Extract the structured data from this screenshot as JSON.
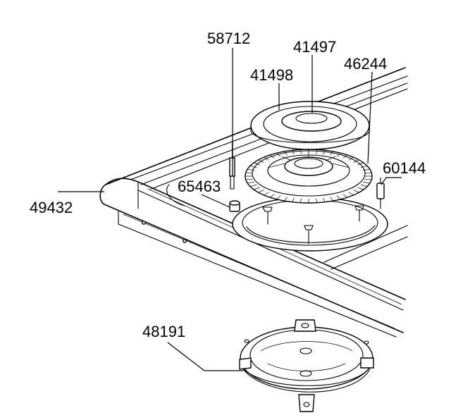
{
  "part_labels": {
    "p58712": "58712",
    "p41497": "41497",
    "p41498": "41498",
    "p46244": "46244",
    "p60144": "60144",
    "p65463": "65463",
    "p49432": "49432",
    "p48191": "48191"
  }
}
